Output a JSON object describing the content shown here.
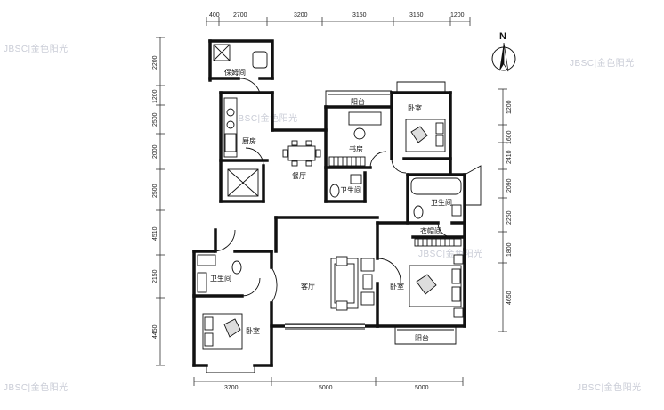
{
  "dimensions": {
    "top": [
      "400",
      "2700",
      "3200",
      "3150",
      "3150",
      "1200"
    ],
    "bottom": [
      "3700",
      "5000",
      "5000"
    ],
    "left": [
      "2200",
      "1200",
      "2500",
      "2000",
      "2500",
      "4510",
      "2150",
      "4450"
    ],
    "right": [
      "1200",
      "1600",
      "2410",
      "2090",
      "2250",
      "1800",
      "4650"
    ]
  },
  "rooms": {
    "storage": "保姆间",
    "kitchen": "厨房",
    "dining": "餐厅",
    "balcony_top": "阳台",
    "bedroom_ne": "卧室",
    "study": "书房",
    "bath_center": "卫生间",
    "bath_right": "卫生间",
    "closet": "衣帽间",
    "living": "客厅",
    "master_bedroom": "卧室",
    "bath_left": "卫生间",
    "bedroom_sw": "卧室",
    "balcony_bottom": "阳台"
  },
  "compass": {
    "label": "N"
  },
  "watermarks": [
    "JBSC|金色阳光",
    "JBSC|金色阳光",
    "JBSC|金色阳光",
    "JBSC|金色阳光",
    "JBSC|金色阳光",
    "JBSC|金色阳光"
  ]
}
